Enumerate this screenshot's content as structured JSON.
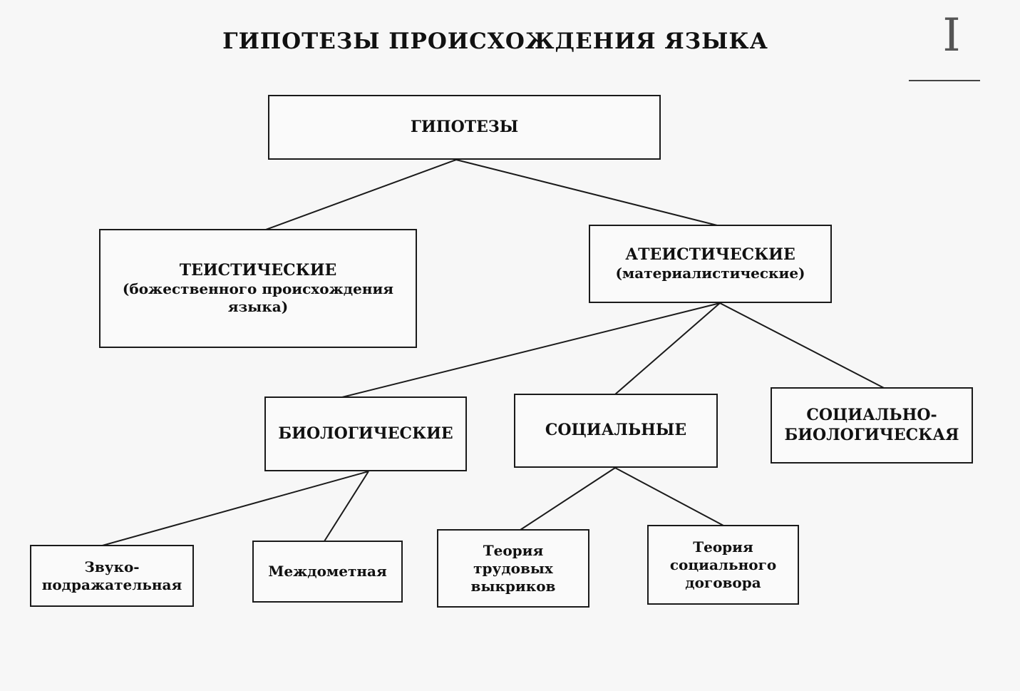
{
  "title": "ГИПОТЕЗЫ ПРОИСХОЖДЕНИЯ ЯЗЫКА",
  "corner_mark": "I",
  "root": {
    "label": "ГИПОТЕЗЫ"
  },
  "theistic": {
    "label": "ТЕИСТИЧЕСКИЕ",
    "sub_line1": "(божественного происхождения",
    "sub_line2": "языка)"
  },
  "atheistic": {
    "label": "АТЕИСТИЧЕСКИЕ",
    "sub": "(материалистические)"
  },
  "biological": {
    "label": "БИОЛОГИЧЕСКИЕ"
  },
  "social": {
    "label": "СОЦИАЛЬНЫЕ"
  },
  "socio_bio": {
    "line1": "СОЦИАЛЬНО-",
    "line2": "БИОЛОГИЧЕСКАЯ"
  },
  "onomatopoeic": {
    "line1": "Звуко-",
    "line2": "подражательная"
  },
  "interjection": {
    "label": "Междометная"
  },
  "labor_cries": {
    "line1": "Теория",
    "line2": "трудовых",
    "line3": "выкриков"
  },
  "social_contract": {
    "line1": "Теория",
    "line2": "социального",
    "line3": "договора"
  }
}
